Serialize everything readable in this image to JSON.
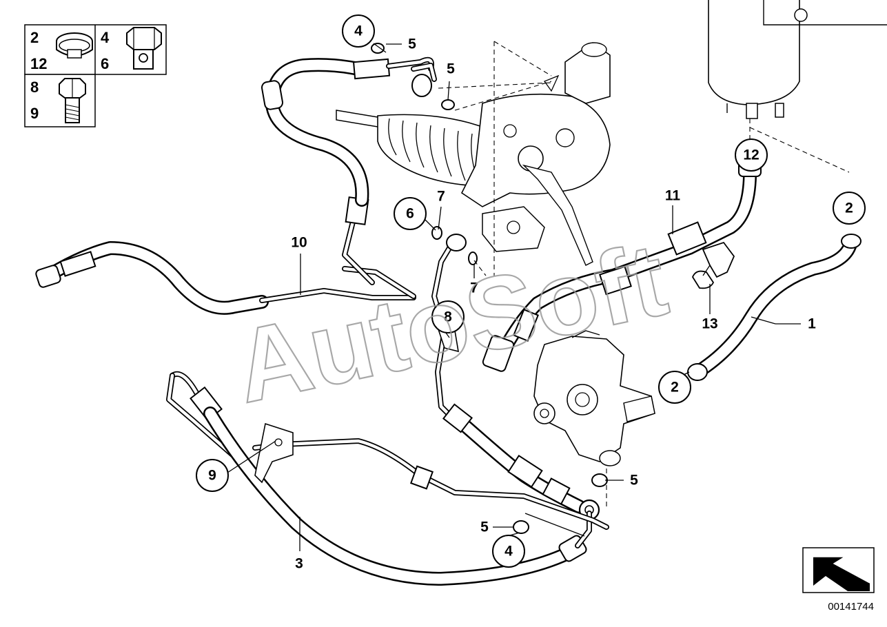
{
  "legend": {
    "cells": [
      {
        "id": "clamp",
        "line1": "2",
        "line2": "12"
      },
      {
        "id": "hollow-bolt",
        "line1": "4",
        "line2": "6"
      },
      {
        "id": "hex-bolt",
        "line1": "8",
        "line2": "9"
      }
    ]
  },
  "callouts": [
    {
      "id": "c4-top",
      "label": "4",
      "circled": true
    },
    {
      "id": "c5-top-a",
      "label": "5",
      "circled": false
    },
    {
      "id": "c5-top-b",
      "label": "5",
      "circled": false
    },
    {
      "id": "c6",
      "label": "6",
      "circled": true
    },
    {
      "id": "c7-top",
      "label": "7",
      "circled": false
    },
    {
      "id": "c7-bottom",
      "label": "7",
      "circled": false
    },
    {
      "id": "c8",
      "label": "8",
      "circled": true
    },
    {
      "id": "c10",
      "label": "10",
      "circled": false
    },
    {
      "id": "c11",
      "label": "11",
      "circled": false
    },
    {
      "id": "c12",
      "label": "12",
      "circled": true
    },
    {
      "id": "c2-right",
      "label": "2",
      "circled": true
    },
    {
      "id": "c13",
      "label": "13",
      "circled": false
    },
    {
      "id": "c1",
      "label": "1",
      "circled": false
    },
    {
      "id": "c2-pump",
      "label": "2",
      "circled": true
    },
    {
      "id": "c9",
      "label": "9",
      "circled": true
    },
    {
      "id": "c5-pump",
      "label": "5",
      "circled": false
    },
    {
      "id": "c5-bottom",
      "label": "5",
      "circled": false
    },
    {
      "id": "c4-bottom",
      "label": "4",
      "circled": true
    },
    {
      "id": "c3",
      "label": "3",
      "circled": false
    }
  ],
  "watermark": "AutoSoft",
  "diagram_id": "00141744"
}
